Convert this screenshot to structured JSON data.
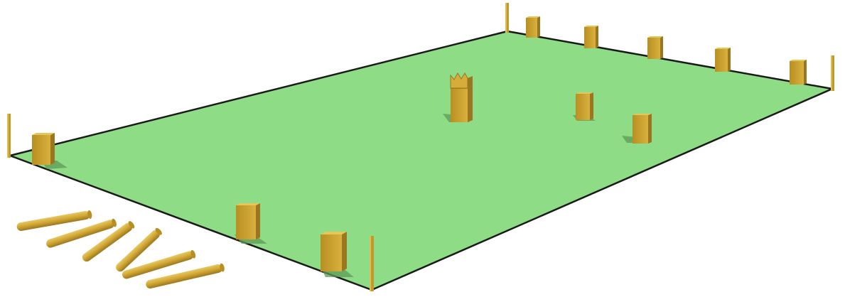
{
  "scene": {
    "subject": "kubb-game-field-illustration",
    "colors": {
      "background": "#ffffff",
      "field": "#8fdc86",
      "boundary": "#1a1a1a",
      "wood_light": "#d6ad3a",
      "wood_mid": "#c29a2c",
      "wood_dark": "#9b7620",
      "shadow": "#5f9a56"
    },
    "pieces": {
      "king_count": 1,
      "kubb_count_baseline_far": 5,
      "kubb_count_baseline_near": 3,
      "field_kubb_count": 2,
      "batons_count": 6,
      "corner_stakes_count": 4
    }
  }
}
